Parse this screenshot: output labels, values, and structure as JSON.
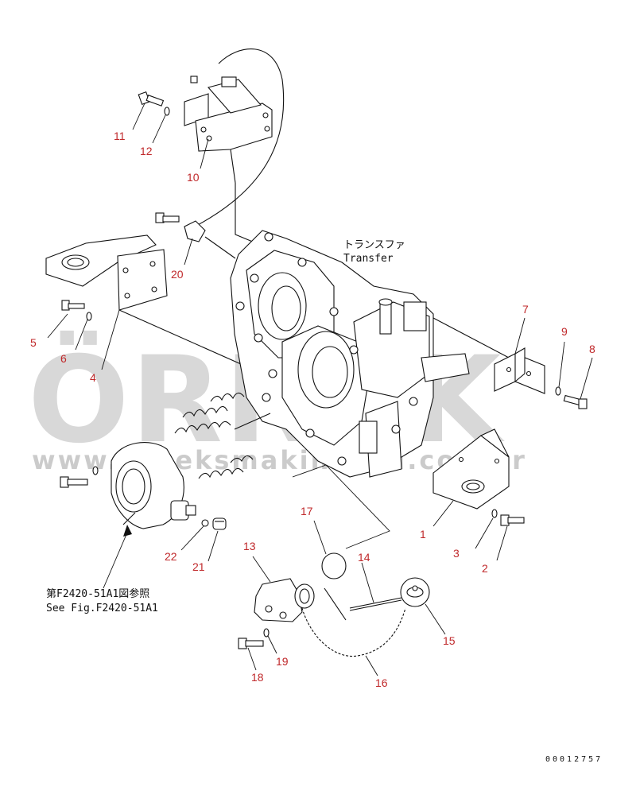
{
  "watermark": {
    "brand": "ÖRNEK",
    "url": "www.orneksmakinalari.com.tr"
  },
  "labels": {
    "transfer_jp": "トランスファ",
    "transfer_en": "Transfer",
    "ref_jp": "第F2420-51A1図参照",
    "ref_en": "See Fig.F2420-51A1",
    "drawing_code": "00012757"
  },
  "callouts": [
    "1",
    "2",
    "3",
    "4",
    "5",
    "6",
    "7",
    "8",
    "9",
    "10",
    "11",
    "12",
    "13",
    "14",
    "15",
    "16",
    "17",
    "18",
    "19",
    "20",
    "21",
    "22"
  ]
}
